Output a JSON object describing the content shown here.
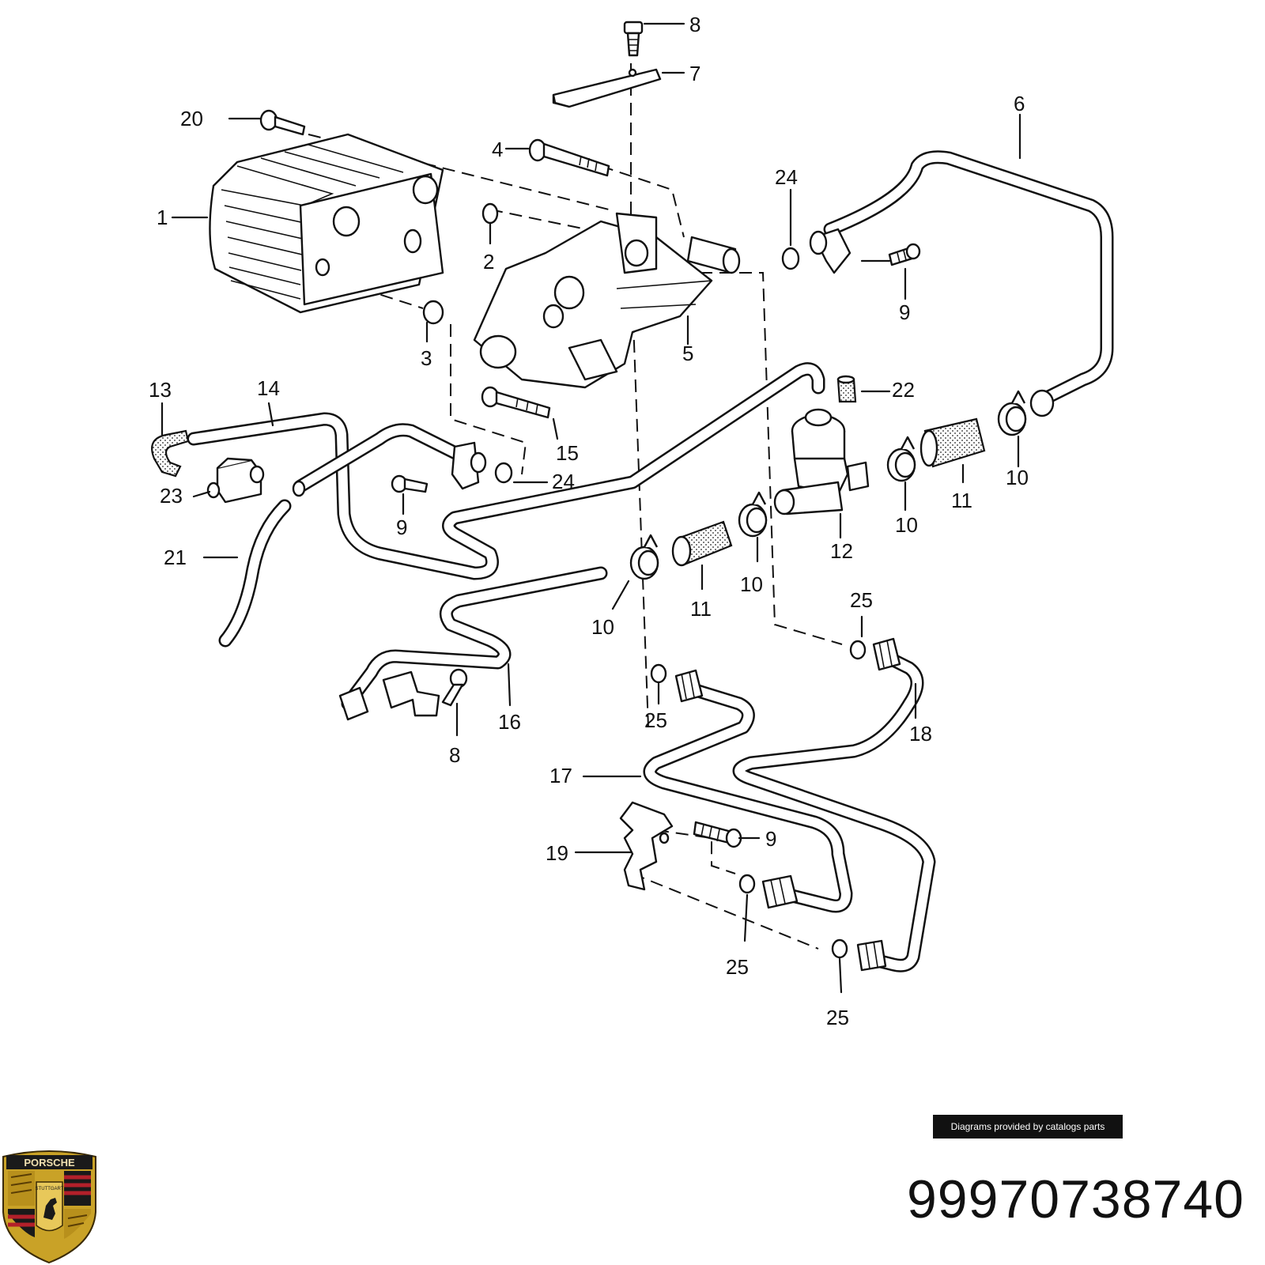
{
  "callouts": {
    "c1": "1",
    "c2": "2",
    "c3": "3",
    "c4": "4",
    "c5": "5",
    "c6": "6",
    "c7": "7",
    "c8_top": "8",
    "c8_bottom": "8",
    "c9_top_right": "9",
    "c9_left": "9",
    "c9_bottom": "9",
    "c10_a": "10",
    "c10_b": "10",
    "c10_c": "10",
    "c10_d": "10",
    "c11_a": "11",
    "c11_b": "11",
    "c12": "12",
    "c13": "13",
    "c14": "14",
    "c15": "15",
    "c16": "16",
    "c17": "17",
    "c18": "18",
    "c19": "19",
    "c20": "20",
    "c21": "21",
    "c22": "22",
    "c23": "23",
    "c24_top": "24",
    "c24_left": "24",
    "c25_a": "25",
    "c25_b": "25",
    "c25_c": "25",
    "c25_d": "25"
  },
  "footer": {
    "credit": "Diagrams provided by catalogs parts",
    "part_number": "99970738740"
  },
  "logo": {
    "brand": "PORSCHE",
    "city": "STUTTGART"
  }
}
